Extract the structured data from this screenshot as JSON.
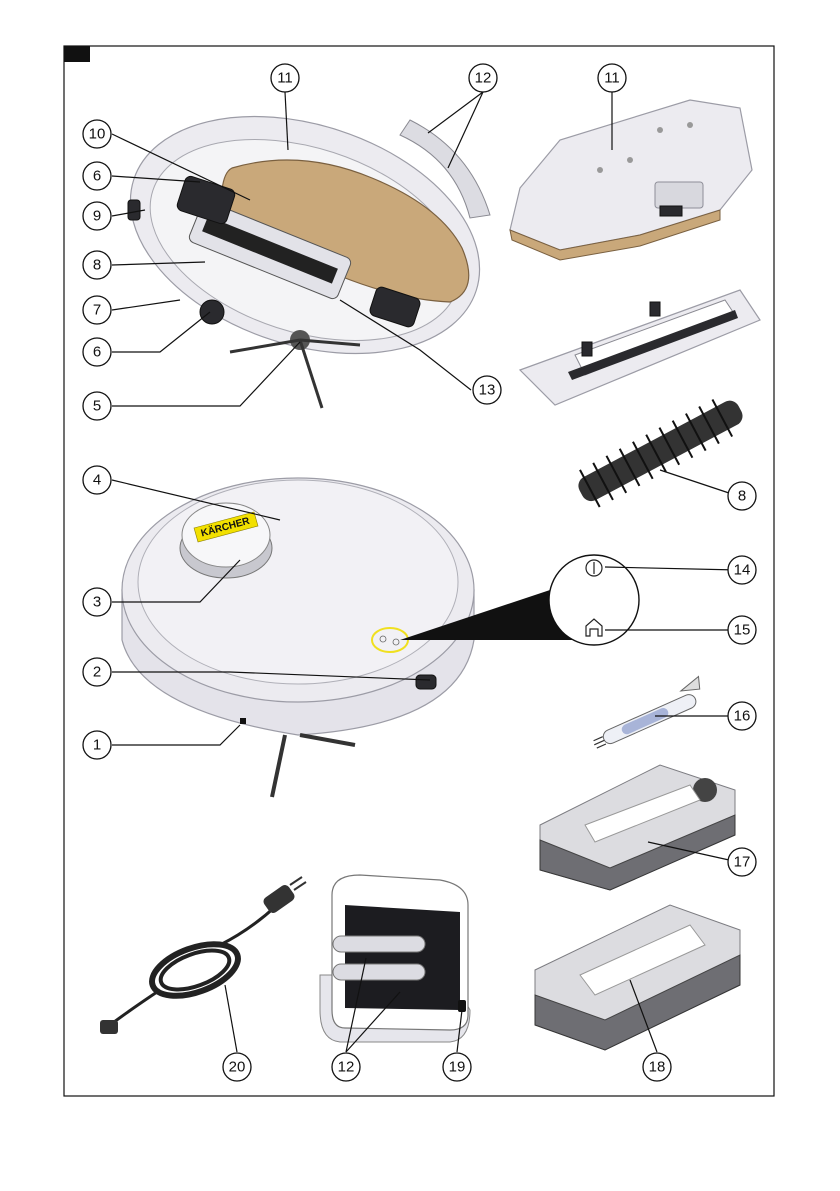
{
  "figure": {
    "callouts": [
      {
        "number": "11"
      },
      {
        "number": "12"
      },
      {
        "number": "11"
      },
      {
        "number": "10"
      },
      {
        "number": "6"
      },
      {
        "number": "9"
      },
      {
        "number": "8"
      },
      {
        "number": "7"
      },
      {
        "number": "6"
      },
      {
        "number": "13"
      },
      {
        "number": "5"
      },
      {
        "number": "8"
      },
      {
        "number": "4"
      },
      {
        "number": "3"
      },
      {
        "number": "14"
      },
      {
        "number": "15"
      },
      {
        "number": "2"
      },
      {
        "number": "16"
      },
      {
        "number": "1"
      },
      {
        "number": "17"
      },
      {
        "number": "18"
      },
      {
        "number": "20"
      },
      {
        "number": "12"
      },
      {
        "number": "19"
      }
    ],
    "logo_text": "KÄRCHER",
    "button_icons": {
      "power": "power-icon",
      "home": "home-icon"
    },
    "colors": {
      "frame": "#111111",
      "body": "#ecebf0",
      "mop_pad": "#c9a87a",
      "button_ring": "#f0e020",
      "logo_stripe": "#f2e000",
      "dark": "#2a2a2e"
    }
  }
}
